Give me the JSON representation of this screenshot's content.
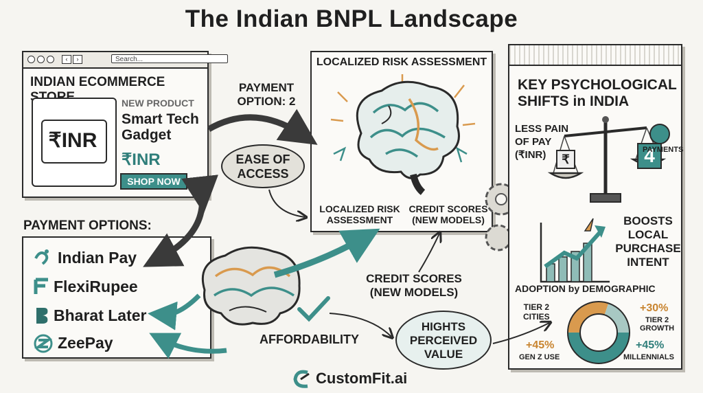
{
  "title": "The Indian BNPL Landscape",
  "store": {
    "search_placeholder": "Search...",
    "heading": "INDIAN ECOMMERCE STORE",
    "tile_price": "₹INR",
    "new_product": "NEW PRODUCT",
    "product_name_line1": "Smart Tech",
    "product_name_line2": "Gadget",
    "price": "₹INR",
    "shop_button": "SHOP NOW"
  },
  "payment_option_label": {
    "line1": "PAYMENT",
    "line2": "OPTION: 2"
  },
  "ease_of_access": {
    "line1": "EASE OF",
    "line2": "ACCESS"
  },
  "payment_options": {
    "heading": "PAYMENT OPTIONS:",
    "providers": [
      "Indian Pay",
      "FlexiRupee",
      "Bharat Later",
      "ZeePay"
    ]
  },
  "risk_panel": {
    "heading": "LOCALIZED RISK ASSESSMENT",
    "left_label_line1": "LOCALIZED RISK",
    "left_label_line2": "ASSESSMENT",
    "right_label_line1": "CREDIT SCORES",
    "right_label_line2": "(NEW MODELS)"
  },
  "credit_scores_center": {
    "line1": "CREDIT SCORES",
    "line2": "(NEW MODELS)"
  },
  "affordability": "AFFORDABILITY",
  "perceived_value": {
    "line1": "HIGHTS",
    "line2": "PERCEIVED",
    "line3": "VALUE"
  },
  "shifts": {
    "heading_line1": "KEY PSYCHOLOGICAL",
    "heading_line2": "SHIFTS in INDIA",
    "less_pain_line1": "LESS PAIN",
    "less_pain_line2": "OF PAY",
    "less_pain_line3": "(₹INR)",
    "rupee_symbol": "₹",
    "payments_number": "4",
    "payments_label": "PAYMENTS",
    "boosts_line1": "BOOSTS",
    "boosts_line2": "LOCAL",
    "boosts_line3": "PURCHASE",
    "boosts_line4": "INTENT",
    "adoption_heading": "ADOPTION by DEMOGRAPHIC",
    "tier2_line1": "TIER 2",
    "tier2_line2": "CITIES",
    "growth_value": "+30%",
    "growth_line1": "TIER 2",
    "growth_line2": "GROWTH",
    "genz_value": "+45%",
    "genz_label": "GEN Z USE",
    "millennials_value": "+45%",
    "millennials_label": "MILLENNIALS"
  },
  "footer_brand": "CustomFit.ai",
  "colors": {
    "teal": "#3d8f8a",
    "orange": "#d99a4e",
    "ink": "#2a2a2a"
  }
}
